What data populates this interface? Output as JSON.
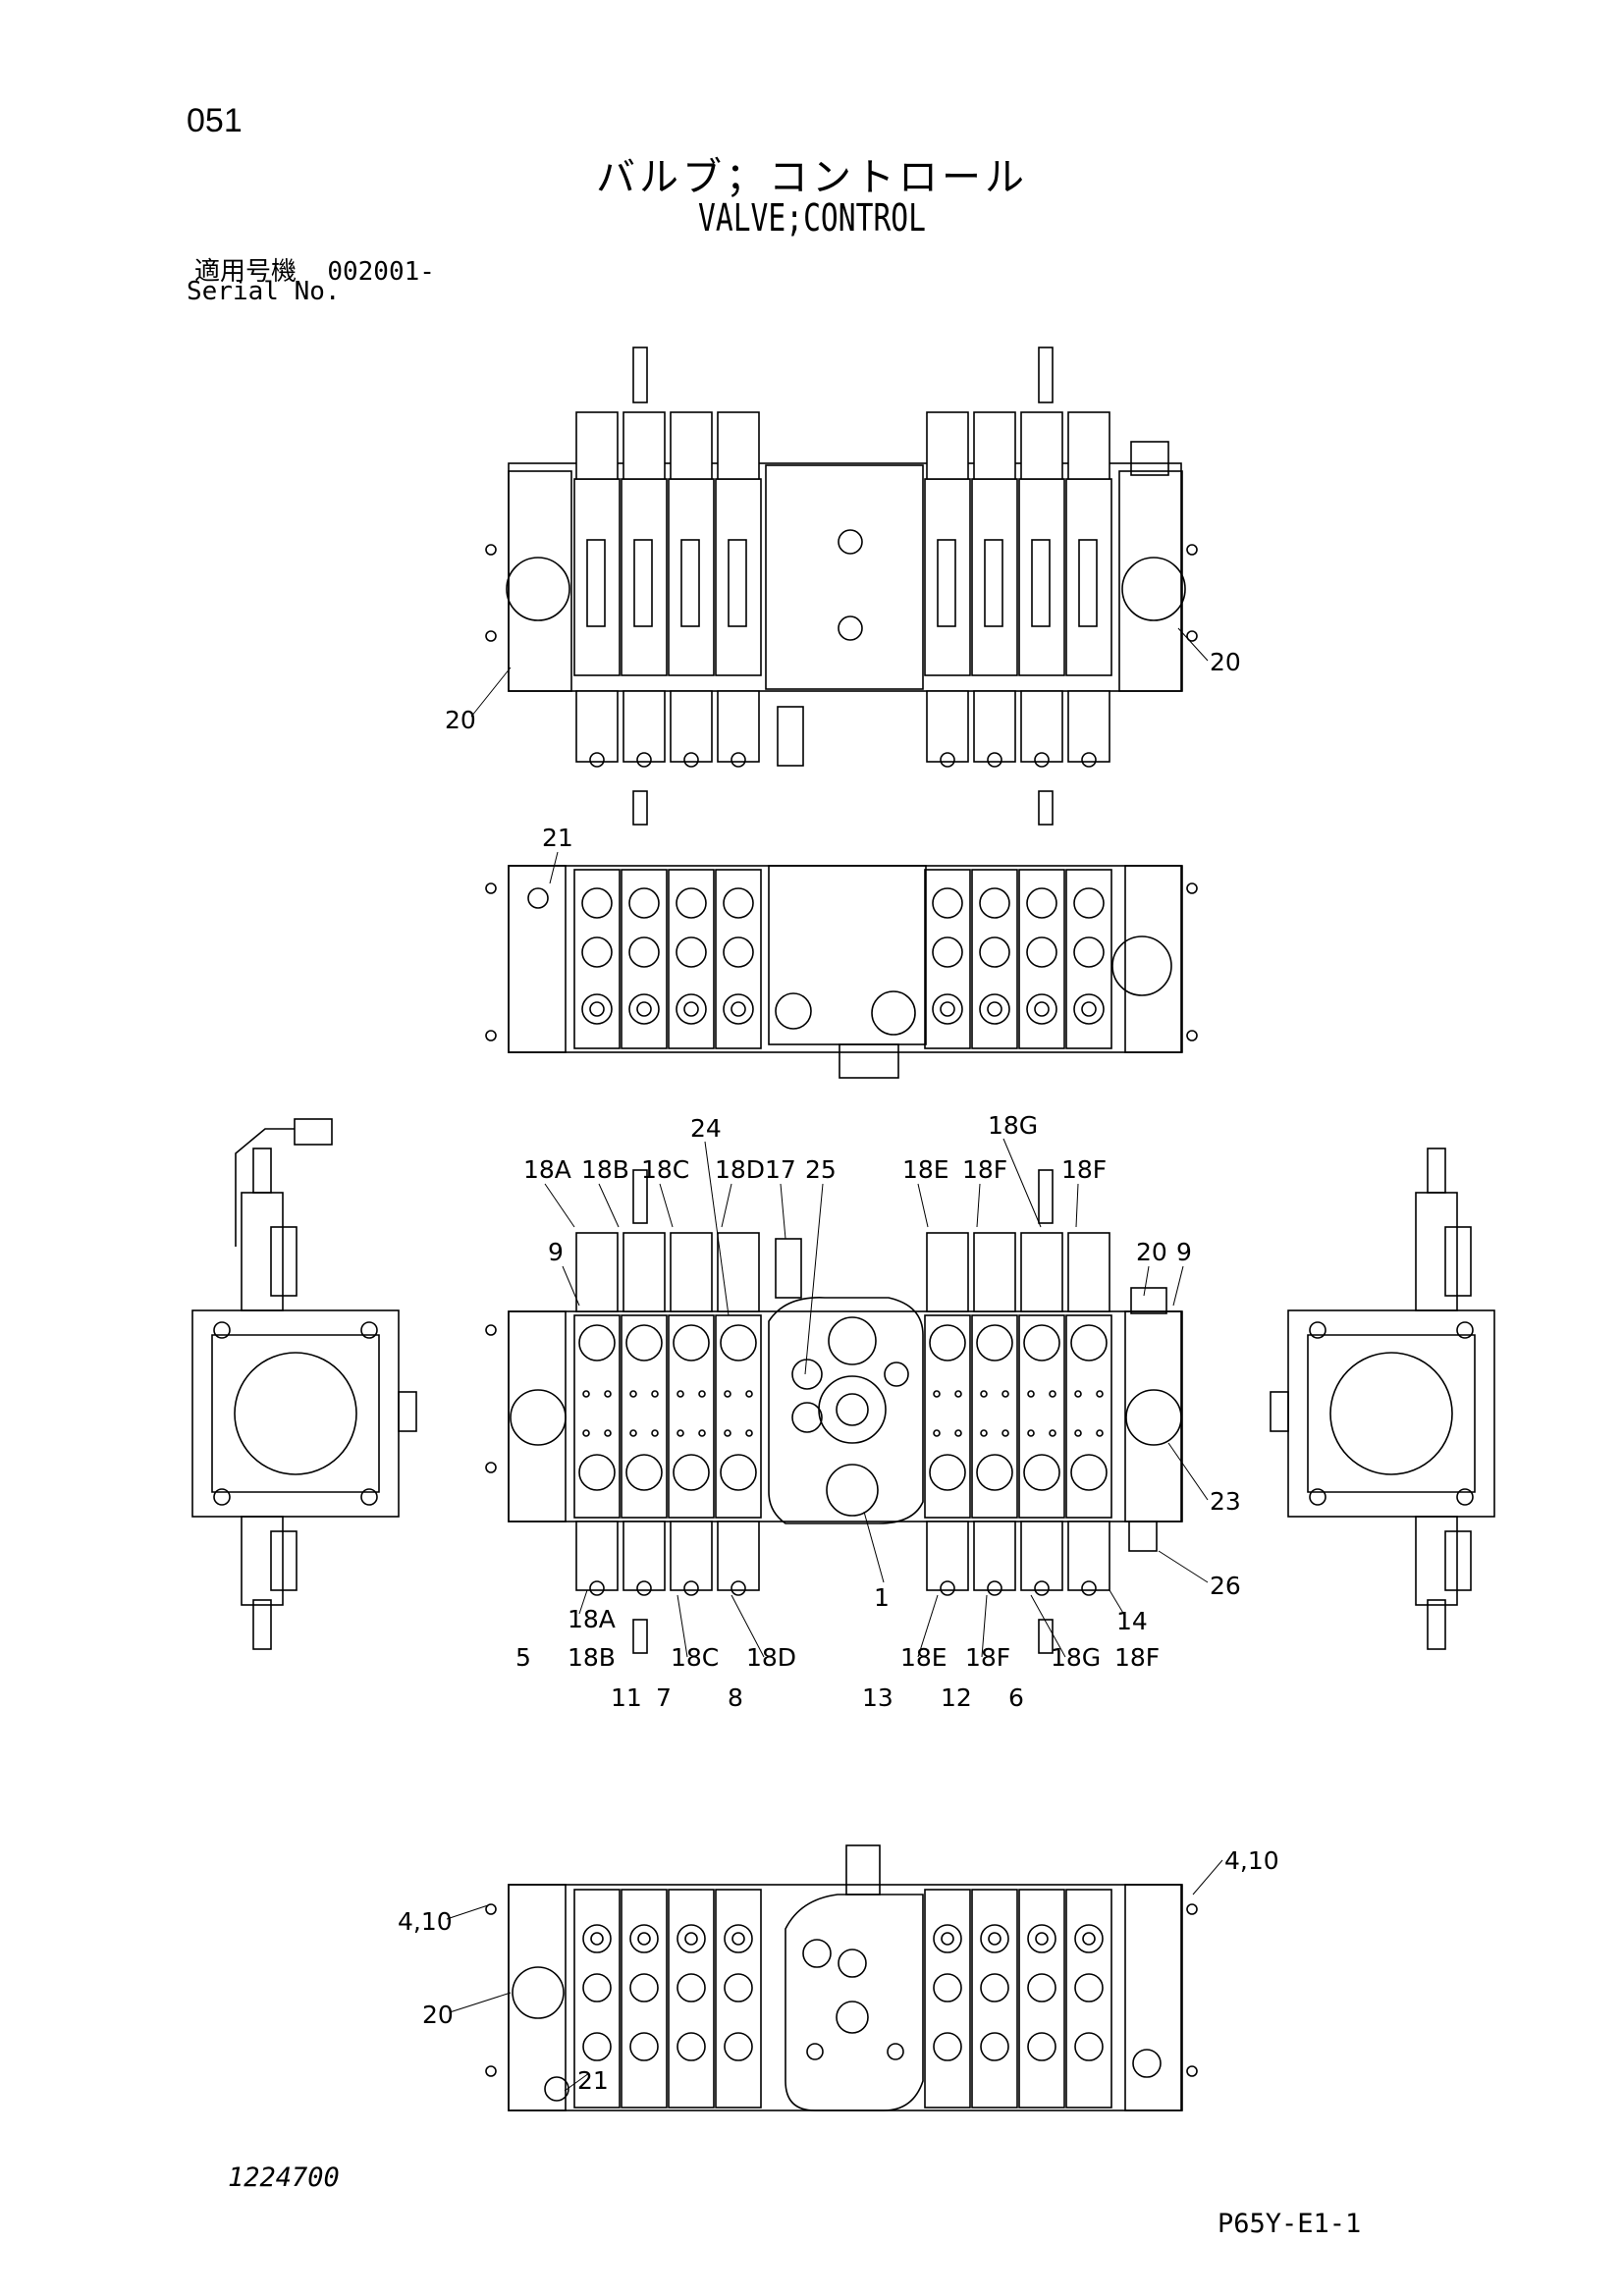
{
  "header": {
    "page_number": "051",
    "title_jp": "バルブ；コントロール",
    "title_en": "VALVE;CONTROL",
    "serial_label_jp": "適用号機",
    "serial_value": "002001-",
    "serial_label_en": "Serial No."
  },
  "footer": {
    "drawing_number": "1224700",
    "sheet_ref": "P65Y-E1-1"
  },
  "callouts": {
    "top_view": [
      "20",
      "20"
    ],
    "front_view": [
      "21"
    ],
    "main_view_top": [
      "24",
      "18G",
      "18A",
      "18B",
      "18C",
      "18D",
      "17",
      "25",
      "18E",
      "18F",
      "18F",
      "9",
      "20",
      "9"
    ],
    "main_view_right": [
      "23",
      "26"
    ],
    "main_view_bottom": [
      "18A",
      "5",
      "18B",
      "18C",
      "18D",
      "11",
      "7",
      "8",
      "1",
      "18E",
      "18F",
      "18G",
      "18F",
      "14",
      "13",
      "12",
      "6"
    ],
    "rear_view": [
      "4,10",
      "4,10",
      "20",
      "21"
    ]
  }
}
